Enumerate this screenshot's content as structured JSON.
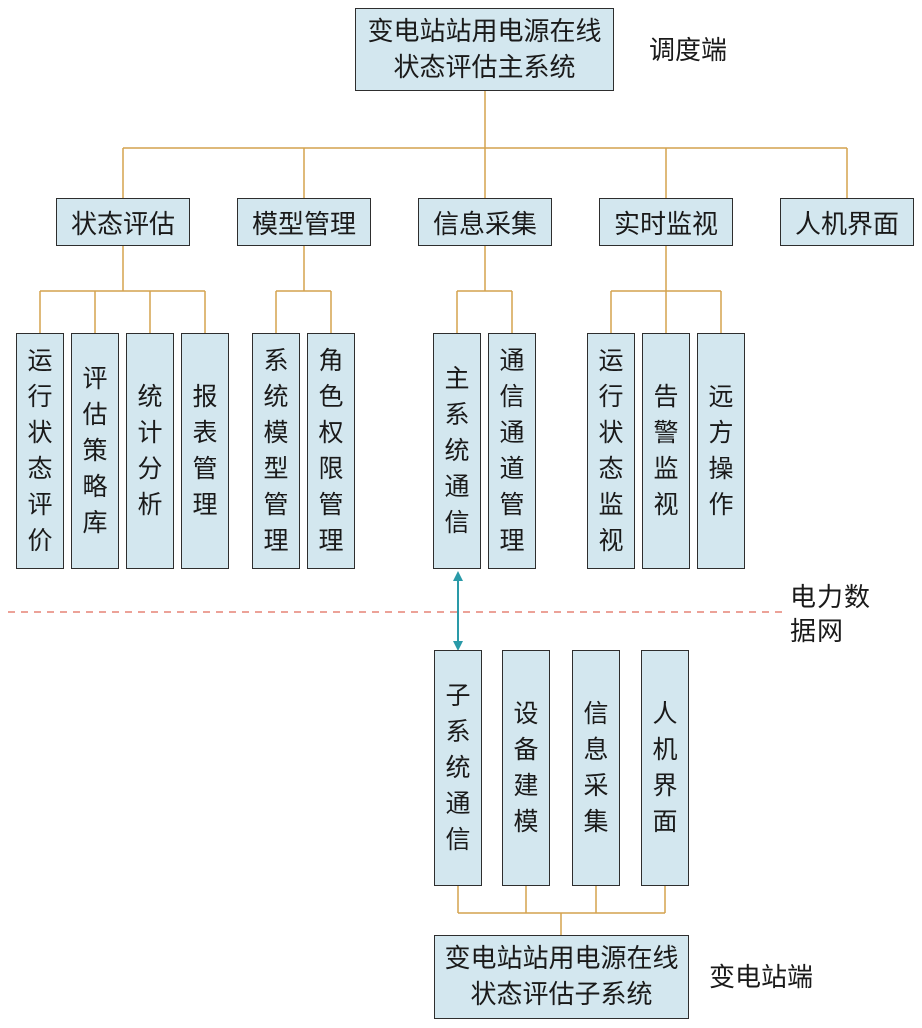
{
  "dispatch": {
    "root": "变电站站用电源在线状态评估主系统",
    "side_label": "调度端",
    "modules": [
      {
        "label": "状态评估",
        "children": [
          "运行状态评价",
          "评估策略库",
          "统计分析",
          "报表管理"
        ]
      },
      {
        "label": "模型管理",
        "children": [
          "系统模型管理",
          "角色权限管理"
        ]
      },
      {
        "label": "信息采集",
        "children": [
          "主系统通信",
          "通信通道管理"
        ]
      },
      {
        "label": "实时监视",
        "children": [
          "运行状态监视",
          "告警监视",
          "远方操作"
        ]
      },
      {
        "label": "人机界面",
        "children": []
      }
    ]
  },
  "network": {
    "label": "电力数据网"
  },
  "substation": {
    "root": "变电站站用电源在线状态评估子系统",
    "side_label": "变电站端",
    "modules": [
      "子系统通信",
      "设备建模",
      "信息采集",
      "人机界面"
    ]
  },
  "colors": {
    "box_fill": "#d3e7ef",
    "box_border": "#2e2e2e",
    "connector": "#d4a24e",
    "network_line": "#e06b5a",
    "arrow": "#2a9aa8"
  }
}
